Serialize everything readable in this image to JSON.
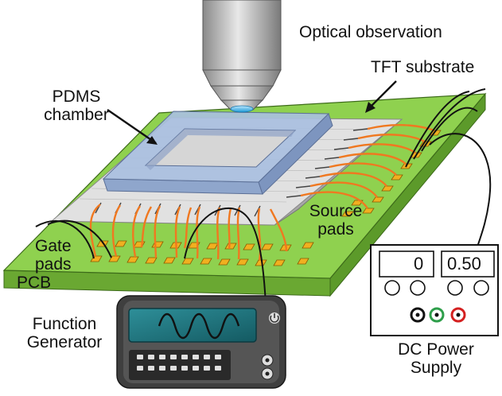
{
  "labels": {
    "optical_observation": "Optical observation",
    "tft_substrate": "TFT substrate",
    "pdms_line1": "PDMS",
    "pdms_line2": "chamber",
    "source_line1": "Source",
    "source_line2": "pads",
    "gate_line1": "Gate",
    "gate_line2": "pads",
    "pcb": "PCB",
    "function_line1": "Function",
    "function_line2": "Generator",
    "dc_line1": "DC Power",
    "dc_line2": "Supply"
  },
  "power_supply": {
    "display_left": "0",
    "display_right": "0.50",
    "terminal_colors": [
      "#111111",
      "#2e9e4a",
      "#d42020"
    ]
  },
  "colors": {
    "pcb_top": "#8fd14f",
    "pcb_side": "#6aa832",
    "wire": "#f07820",
    "pad": "#f0b020",
    "pdms": "#a9bfe0",
    "generator_body": "#444444",
    "generator_screen": "#1d6f78"
  }
}
